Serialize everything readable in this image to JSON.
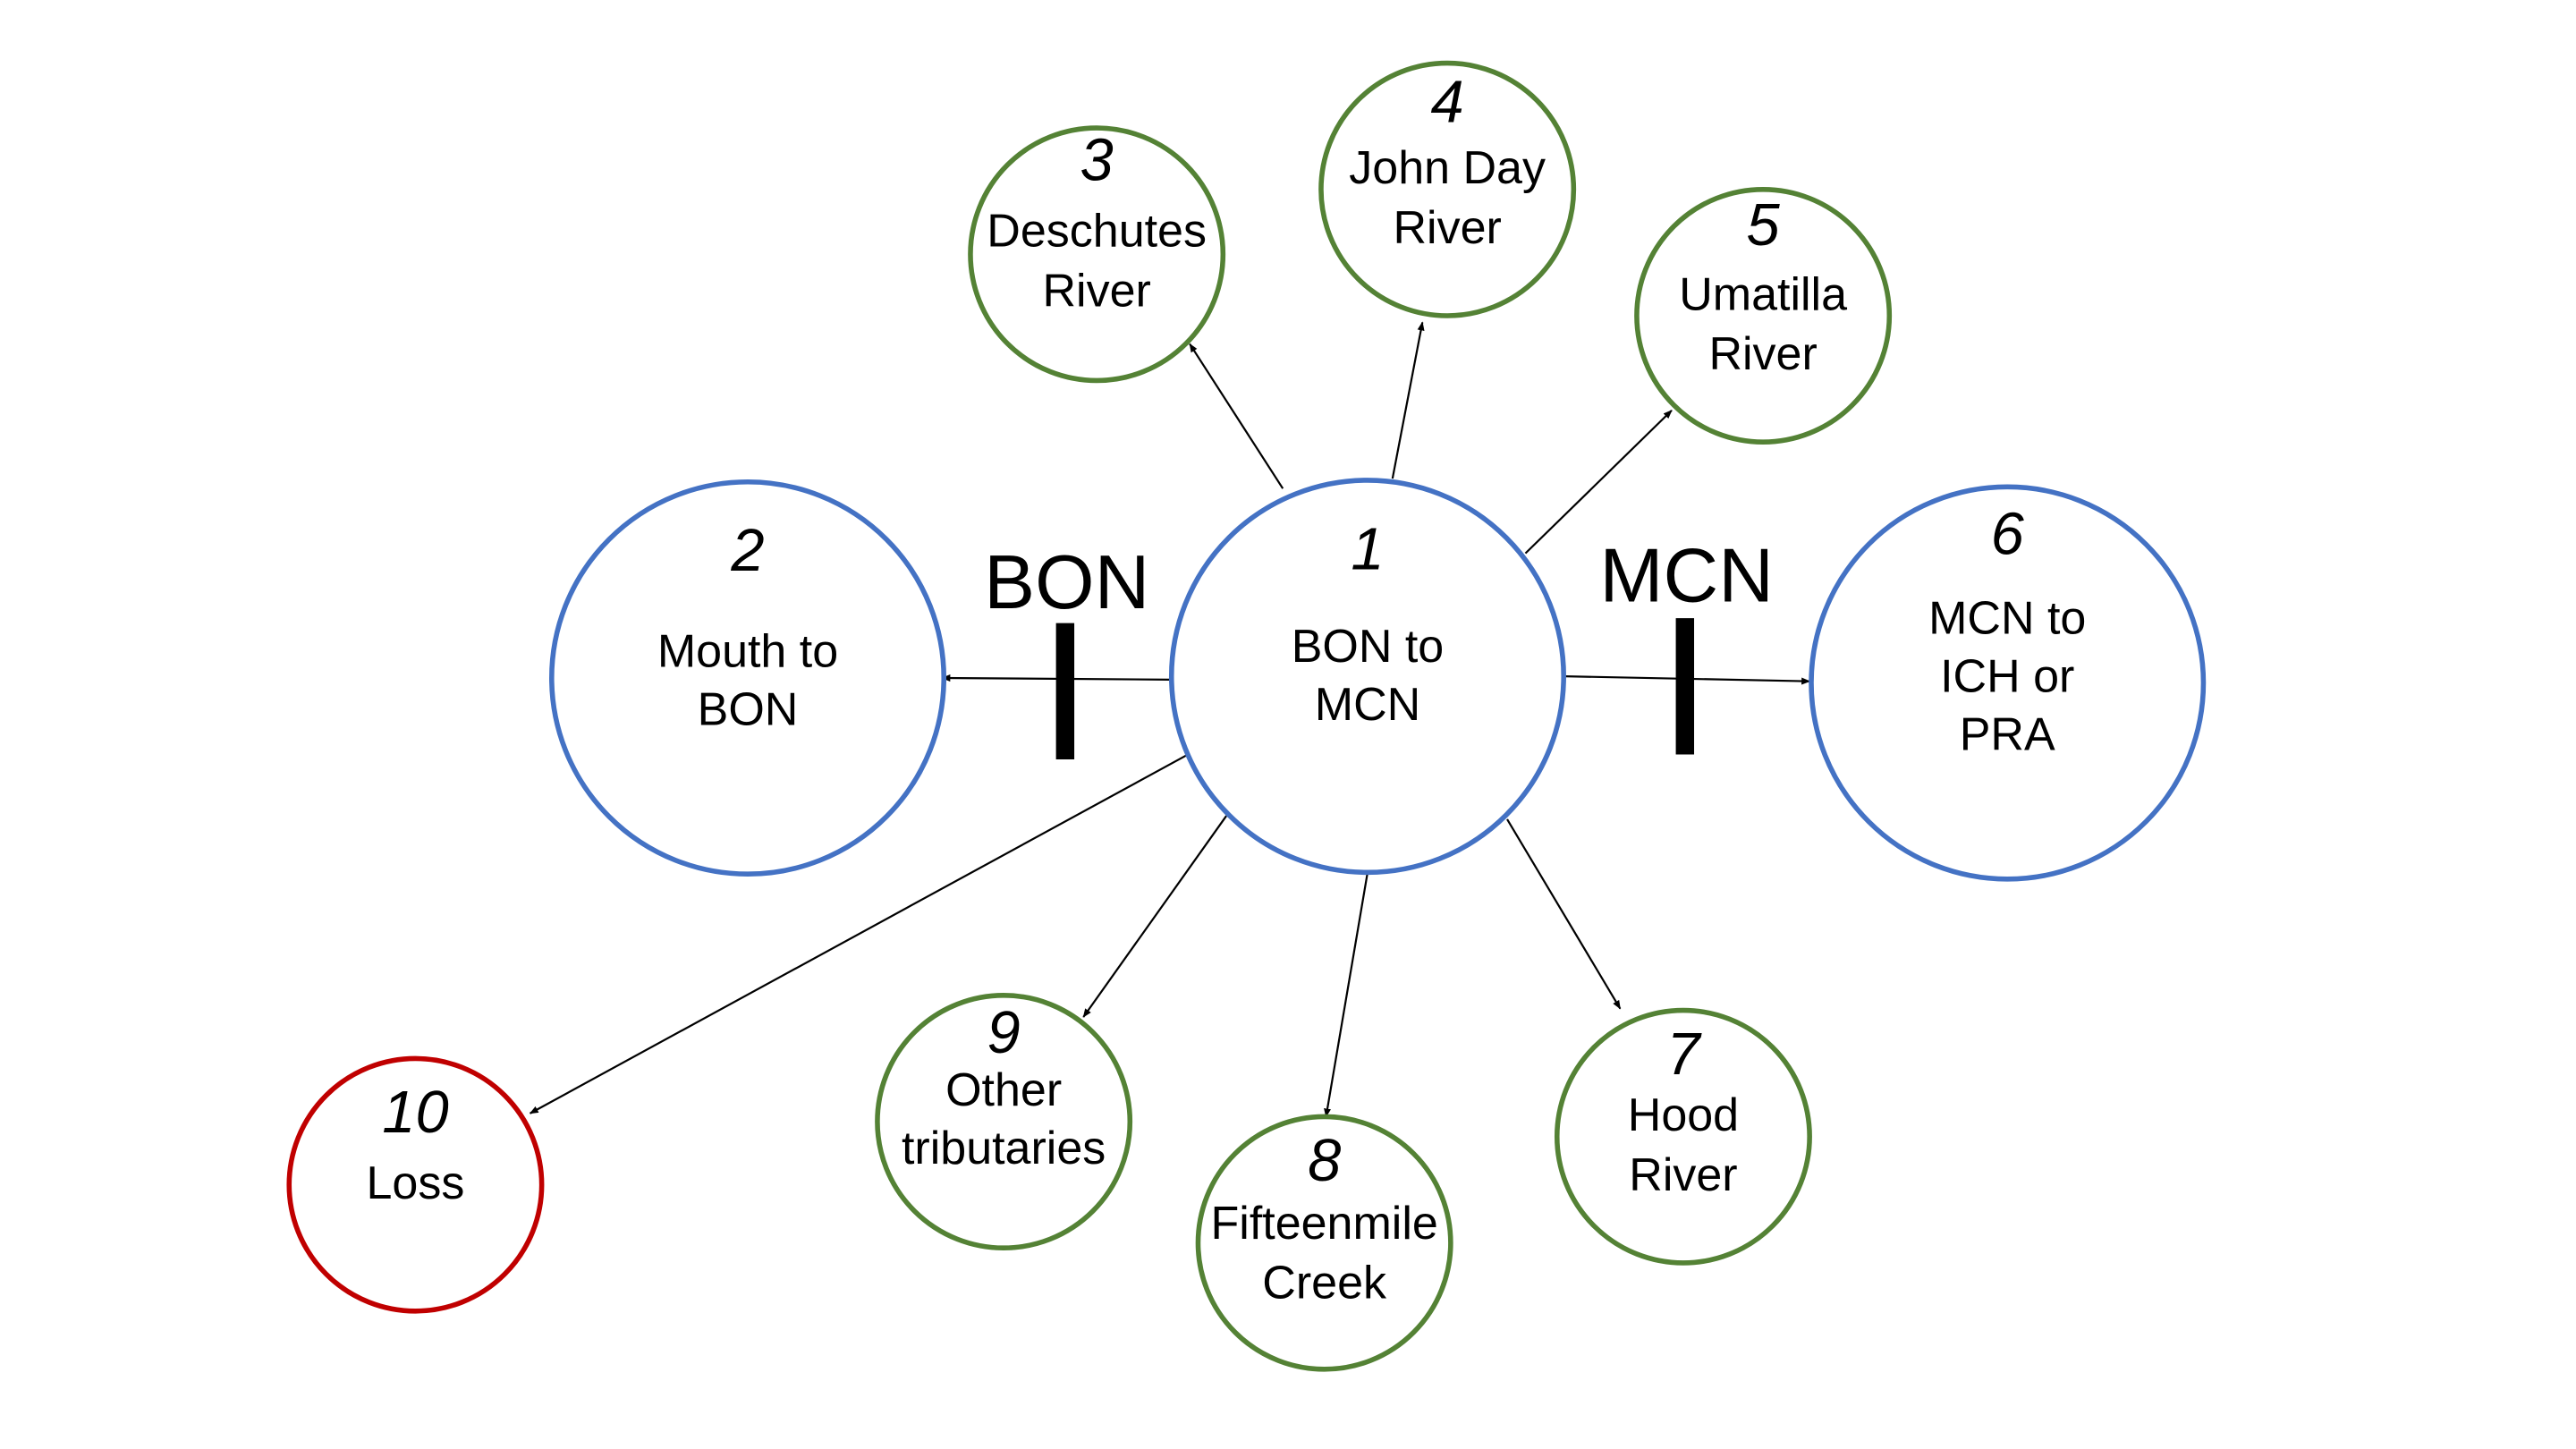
{
  "colors": {
    "mainstem": "#4472C4",
    "tributary": "#548235",
    "loss": "#C00000",
    "arrow": "#000000",
    "dam": "#000000"
  },
  "nodes": [
    {
      "id": "1",
      "number": "1",
      "lines": [
        "BON to",
        "MCN"
      ],
      "kind": "mainstem"
    },
    {
      "id": "2",
      "number": "2",
      "lines": [
        "Mouth to",
        "BON"
      ],
      "kind": "mainstem"
    },
    {
      "id": "3",
      "number": "3",
      "lines": [
        "Deschutes",
        "River"
      ],
      "kind": "tributary"
    },
    {
      "id": "4",
      "number": "4",
      "lines": [
        "John Day",
        "River"
      ],
      "kind": "tributary"
    },
    {
      "id": "5",
      "number": "5",
      "lines": [
        "Umatilla",
        "River"
      ],
      "kind": "tributary"
    },
    {
      "id": "6",
      "number": "6",
      "lines": [
        "MCN to",
        "ICH or",
        "PRA"
      ],
      "kind": "mainstem"
    },
    {
      "id": "7",
      "number": "7",
      "lines": [
        "Hood",
        "River"
      ],
      "kind": "tributary"
    },
    {
      "id": "8",
      "number": "8",
      "lines": [
        "Fifteenmile",
        "Creek"
      ],
      "kind": "tributary"
    },
    {
      "id": "9",
      "number": "9",
      "lines": [
        "Other",
        "tributaries"
      ],
      "kind": "tributary"
    },
    {
      "id": "10",
      "number": "10",
      "lines": [
        "Loss"
      ],
      "kind": "loss"
    }
  ],
  "edges": [
    {
      "from": "1",
      "to": "2"
    },
    {
      "from": "1",
      "to": "3"
    },
    {
      "from": "1",
      "to": "4"
    },
    {
      "from": "1",
      "to": "5"
    },
    {
      "from": "1",
      "to": "6"
    },
    {
      "from": "1",
      "to": "7"
    },
    {
      "from": "1",
      "to": "8"
    },
    {
      "from": "1",
      "to": "9"
    },
    {
      "from": "1",
      "to": "10"
    }
  ],
  "dams": [
    {
      "id": "bon",
      "label": "BON"
    },
    {
      "id": "mcn",
      "label": "MCN"
    }
  ]
}
